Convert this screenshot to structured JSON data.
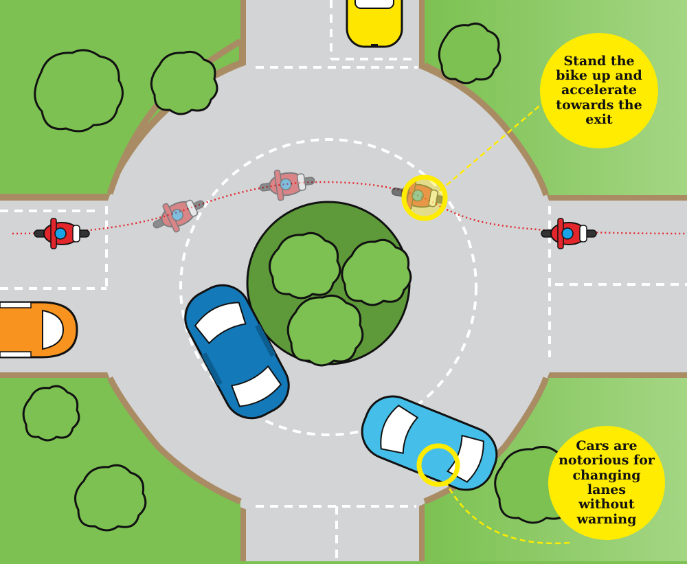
{
  "colors": {
    "grass": "#7cc152",
    "grass_light": "#9ed27a",
    "road": "#d3d4d6",
    "verge": "#a98c64",
    "island": "#5f9a3a",
    "bush": "#7cc152",
    "outline": "#111111",
    "callout": "#ffec00",
    "motorbike": "#e2262c",
    "rider_helmet": "#1aa3e6",
    "path": "#e2262c",
    "car_yellow": "#ffe600",
    "car_orange": "#f7931e",
    "car_blue": "#1479b8",
    "car_light_blue": "#45bfe9"
  },
  "callouts": [
    {
      "text": "Stand the\nbike up and\naccelerate\ntowards the\nexit"
    },
    {
      "text": "Cars are\nnotorious for\nchanging\nlanes without\nwarning"
    }
  ],
  "icons": {
    "motorbike": "motorbike-icon",
    "car": "car-icon",
    "bush": "bush-icon",
    "highlight": "highlight-ring"
  }
}
